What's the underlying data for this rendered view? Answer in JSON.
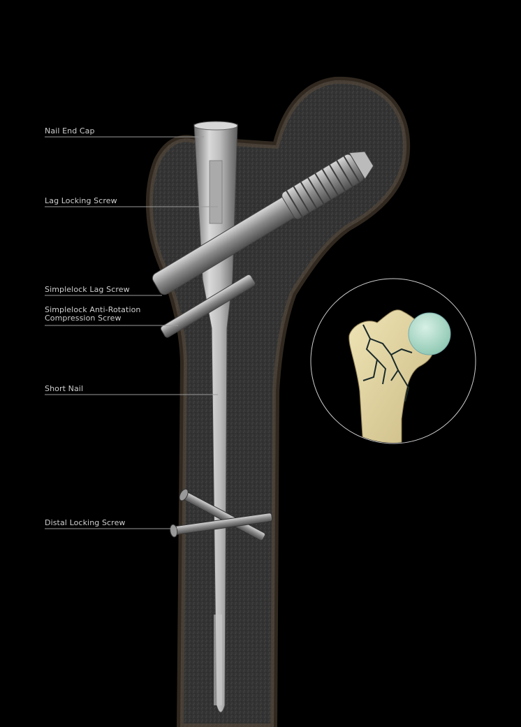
{
  "diagram": {
    "labels": {
      "nail_end_cap": "Nail End Cap",
      "lag_locking_screw": "Lag Locking Screw",
      "lag_screw": "Simplelock Lag Screw",
      "anti_rotation_line1": "Simplelock Anti-Rotation",
      "anti_rotation_line2": "Compression Screw",
      "short_nail": "Short Nail",
      "distal_locking_screw": "Distal Locking Screw"
    },
    "colors": {
      "background": "#000000",
      "bone_cortex": "#3a3a3a",
      "bone_edge": "#5a4a3a",
      "implant_metal": "#b9b9b9",
      "leader_line": "#9a9a9a",
      "inset_bone": "#e0d3a0",
      "inset_head": "#a8d8c6",
      "fracture_line": "#1a2a2a"
    }
  }
}
